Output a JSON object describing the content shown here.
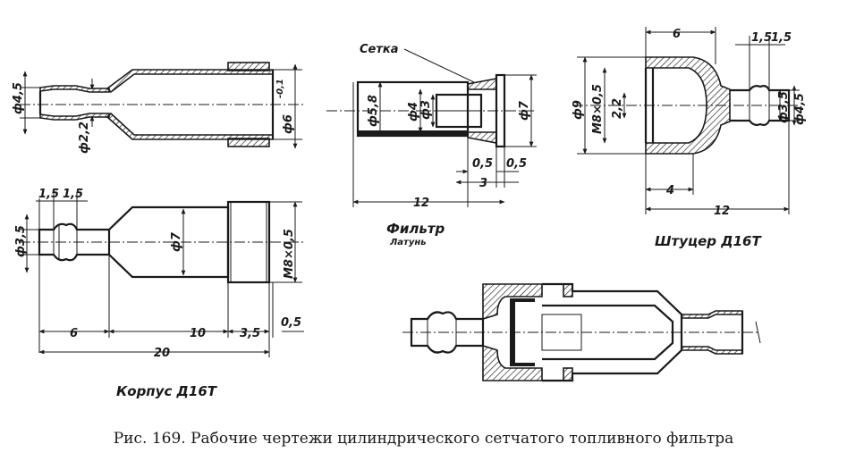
{
  "drawings": {
    "korpus_side": {
      "dims": {
        "d_inlet": "ф4,5",
        "d_throat": "ф2,2",
        "d_body": "ф6",
        "tol": "-0,1"
      }
    },
    "korpus_front": {
      "title": "Корпус Д16Т",
      "dims": {
        "groove_a": "1,5",
        "groove_b": "1,5",
        "d_tip": "ф3,5",
        "d_body": "ф7",
        "thread": "M8×0,5",
        "len_a": "6",
        "len_b": "10",
        "len_c": "3,5",
        "len_d": "0,5",
        "len_total": "20"
      }
    },
    "filter": {
      "title": "Фильтр",
      "material": "Латунь",
      "mesh_label": "Сетка",
      "dims": {
        "d_outer": "ф5,8",
        "d_inner": "ф4",
        "d_hole": "ф3",
        "d_flange": "ф7",
        "len_a": "0,5",
        "len_b": "0,5",
        "len_c": "3",
        "len_total": "12"
      }
    },
    "shtucer": {
      "title": "Штуцер Д16Т",
      "dims": {
        "top_len": "6",
        "groove_a": "1,5",
        "groove_b": "1,5",
        "d_outer": "ф9",
        "thread": "M8×0,5",
        "d_bore": "2,2",
        "d_tip": "ф3,5",
        "d_tip2": "ф4,5",
        "len_a": "4",
        "len_total": "12"
      }
    }
  },
  "caption": "Рис. 169. Рабочие чертежи цилиндрического сетчатого топливного фильтра"
}
